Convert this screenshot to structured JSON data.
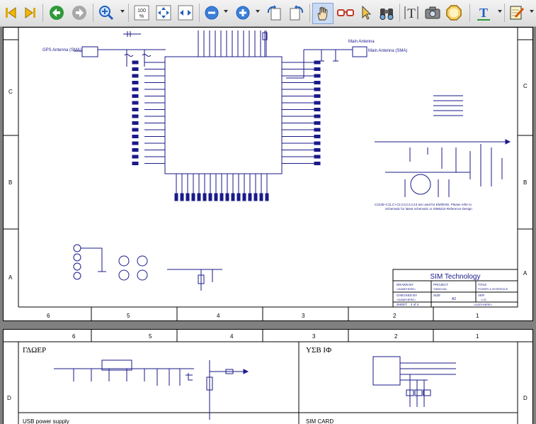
{
  "toolbar": {
    "zoom_100_label": "100",
    "zoom_100_sub": "%"
  },
  "sheet1": {
    "row_labels_left": [
      "C",
      "B",
      "A"
    ],
    "row_labels_right": [
      "C",
      "B",
      "A"
    ],
    "col_labels": [
      "6",
      "5",
      "4",
      "3",
      "2",
      "1"
    ],
    "gps_antenna_label": "GPS Antenna (SMA)",
    "main_antenna_label": "Main Antenna",
    "main_antenna_sma_label": "Main Antenna (SMA)",
    "note_line1": "C2235+C11,C+C2,C3,C4,C13 are used for EMI/ESD. Please refer to",
    "note_line2": "Schematic for latest schematic or SIM5215 Reference Design",
    "title_block": {
      "company": "SIM Technology",
      "drawn_by_label": "DRAWN BY",
      "drawn_by_value": "<NAMEHERE>",
      "project_label": "PROJECT",
      "project_value": "SIM5215A",
      "title_label": "TITLE",
      "title_value": "POWER & INTERFACE",
      "checked_by_label": "CHECKED BY",
      "checked_by_value": "<NAMEHERE>",
      "size_label": "SIZE",
      "size_value": "A2",
      "ver_label": "VER",
      "ver_value": "1.02",
      "sheet_label": "SHEET",
      "sheet_value": "4 of 4",
      "date_value": "<DATEHERE>"
    }
  },
  "sheet2": {
    "col_labels": [
      "6",
      "5",
      "4",
      "3",
      "2",
      "1"
    ],
    "row_label_left": "D",
    "row_label_right": "D",
    "section_left_title": "ΓΔΩΕΡ",
    "section_right_title": "ΥΣΒ ΙΦ",
    "bottom_left_text": "USB power supply",
    "bottom_right_text": "SIM CARD"
  },
  "colors": {
    "toolbar_bg": "#e8e8e8",
    "viewport_bg": "#808080",
    "page_bg": "#ffffff",
    "schematic_ink": "#1a1a8a",
    "frame_ink": "#000000",
    "accent_green": "#2f9a3a",
    "accent_blue": "#1f5fbf"
  },
  "icons": [
    "first-page-icon",
    "last-page-icon",
    "back-icon",
    "forward-icon",
    "zoom-in-icon",
    "actual-size-icon",
    "fit-page-icon",
    "fit-width-icon",
    "zoom-out-icon",
    "zoom-in-circle-icon",
    "rotate-ccw-icon",
    "rotate-cw-icon",
    "hand-tool-icon",
    "glasses-icon",
    "select-arrow-icon",
    "binoculars-icon",
    "text-select-icon",
    "snapshot-icon",
    "stamp-icon",
    "text-annotation-icon",
    "note-icon"
  ]
}
